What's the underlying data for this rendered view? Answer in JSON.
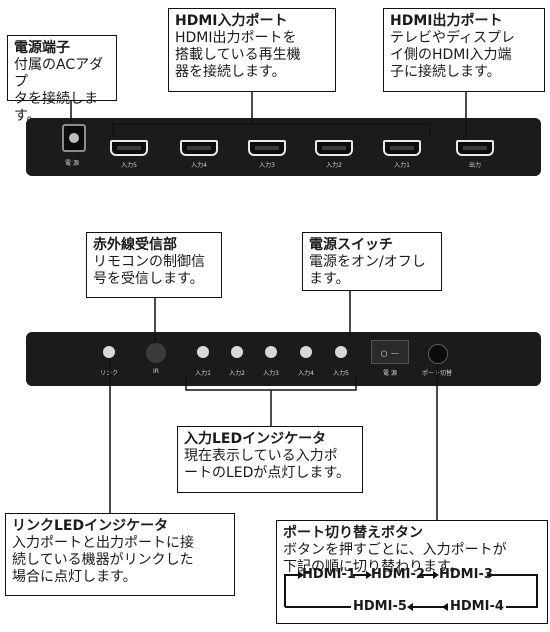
{
  "top": {
    "power_port_box": {
      "title": "電源端子",
      "desc": "付属のACアダプ\nタを接続します。"
    },
    "hdmi_in_box": {
      "title": "HDMI入力ポート",
      "desc": "HDMI出力ポートを\n搭載している再生機\n器を接続します。"
    },
    "hdmi_out_box": {
      "title": "HDMI出力ポート",
      "desc": "テレビやディスプレ\nイ側のHDMI入力端\n子に接続します。"
    },
    "panel_labels": {
      "power": "電 源",
      "in5": "入力5",
      "in4": "入力4",
      "in3": "入力3",
      "in2": "入力2",
      "in1": "入力1",
      "out": "出力"
    }
  },
  "bottom": {
    "ir_box": {
      "title": "赤外線受信部",
      "desc": "リモコンの制御信\n号を受信します。"
    },
    "power_switch_box": {
      "title": "電源スイッチ",
      "desc": "電源をオン/オフし\nます。"
    },
    "input_led_box": {
      "title": "入力LEDインジケータ",
      "desc": "現在表示している入力ポ\nートのLEDが点灯します。"
    },
    "link_led_box": {
      "title": "リンクLEDインジケータ",
      "desc": "入力ポートと出力ポートに接\n続している機器がリンクした\n場合に点灯します。"
    },
    "port_switch_box": {
      "title": "ポート切り替えボタン",
      "desc": "ボタンを押すごとに、入力ポートが\n下記の順に切り替わります。"
    },
    "sequence": {
      "h1": "HDMI-1",
      "h2": "HDMI-2",
      "h3": "HDMI-3",
      "h4": "HDMI-4",
      "h5": "HDMI-5"
    },
    "panel_labels": {
      "link": "リンク",
      "ir": "IR",
      "in1": "入力1",
      "in2": "入力2",
      "in3": "入力3",
      "in4": "入力4",
      "in5": "入力5",
      "power": "電 源",
      "switch_text": "O ー",
      "port_switch": "ポート切替"
    }
  }
}
